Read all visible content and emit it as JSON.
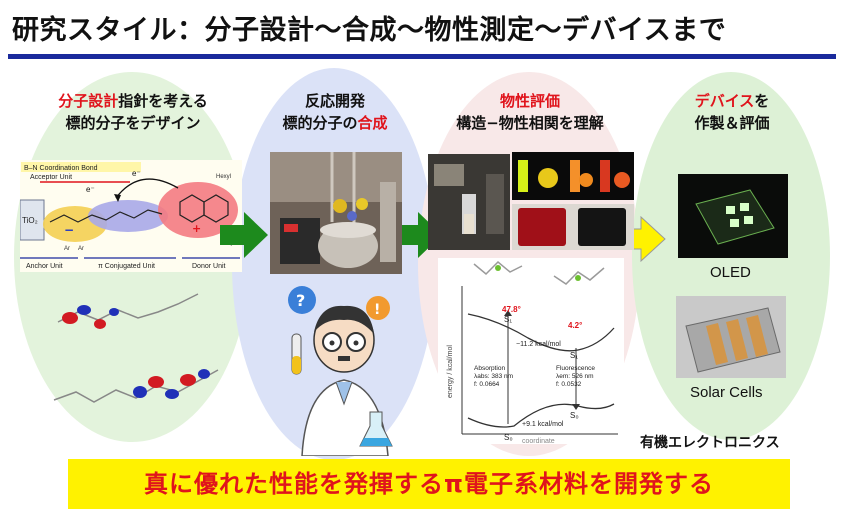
{
  "title": "研究スタイル：分子設計〜合成〜物性測定〜デバイスまで",
  "stages": {
    "design": {
      "line1_red": "分子設計",
      "line1_rest": "指針を考える",
      "line2": "標的分子をデザイン"
    },
    "synthesis": {
      "line1": "反応開発",
      "line2_pre": "標的分子の",
      "line2_red": "合成"
    },
    "evaluation": {
      "line1_red": "物性評価",
      "line2": "構造−物性相関を理解"
    },
    "device": {
      "line1_red": "デバイス",
      "line1_rest": "を",
      "line2": "作製＆評価"
    }
  },
  "molecule_diagram": {
    "acceptor_label": "B–N Coordination Bond\nAcceptor Unit",
    "electron": "e⁻",
    "tio2": "TiO₂",
    "anchor_label": "Anchor Unit",
    "pi_label": "π Conjugated Unit",
    "donor_label": "Donor Unit",
    "hexyl": "Hexyl",
    "ar": "Ar"
  },
  "energy_diagram": {
    "angle_left": "47.8°",
    "angle_right": "4.2°",
    "s1_left": "S₁",
    "s1_right": "S₁",
    "s0_left": "S₀",
    "s0_right": "S₀",
    "delta_upper": "−11.2 kcal/mol",
    "delta_lower": "+9.1 kcal/mol",
    "absorption": "Absorption",
    "absorption_lambda": "λabs: 383 nm",
    "absorption_f": "f: 0.0664",
    "fluorescence": "Fluorescence",
    "fluorescence_lambda": "λem: 526 nm",
    "fluorescence_f": "f: 0.0532",
    "yaxis": "energy / kcal/mol",
    "xaxis": "coordinate"
  },
  "devices": {
    "oled": "OLED",
    "solar": "Solar Cells"
  },
  "organic_electronics": "有機エレクトロニクス",
  "bottom_message": "真に優れた性能を発揮するπ電子系材料を開発する",
  "colors": {
    "accent_red": "#e0141c",
    "title_rule": "#1a2a9c",
    "arrow_green": "#1d8a1d",
    "arrow_yellow": "#fff200",
    "banner": "#fff200"
  }
}
